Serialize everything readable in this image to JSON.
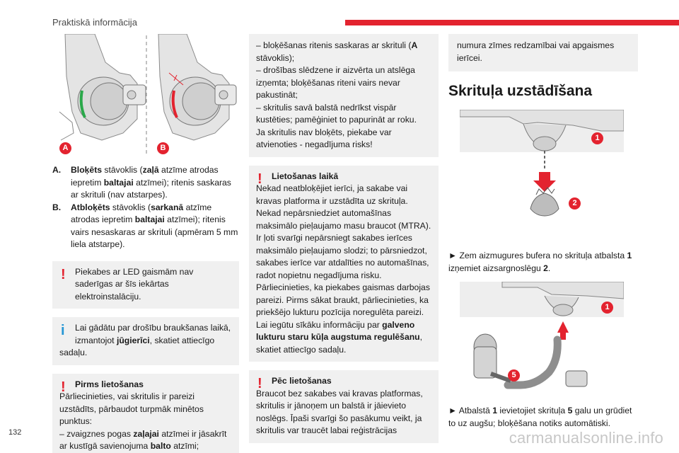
{
  "header": {
    "title": "Praktiskā informācija"
  },
  "page_number": "132",
  "watermark": "carmanualsonline.info",
  "figure_ab": {
    "label_a": "A",
    "label_b": "B"
  },
  "states": {
    "a": {
      "label": "A.",
      "bold1": "Bloķēts",
      "t1": " stāvoklis (",
      "bold2": "zaļā",
      "t2": " atzīme atrodas iepretim ",
      "bold3": "baltajai",
      "t3": " atzīmei); ritenis saskaras ar skrituli (nav atstarpes)."
    },
    "b": {
      "label": "B.",
      "bold1": "Atbloķēts",
      "t1": " stāvoklis (",
      "bold2": "sarkanā",
      "t2": " atzīme atrodas iepretim ",
      "bold3": "baltajai",
      "t3": " atzīmei); ritenis vairs nesaskaras ar skrituli (apmēram 5 mm liela atstarpe)."
    }
  },
  "note_led": {
    "line1": "Piekabes ar LED gaismām nav",
    "rest": "saderīgas ar šīs iekārtas elektroinstalāciju."
  },
  "note_safety": {
    "line1": "Lai gādātu par drošību braukšanas laikā,",
    "t1": "izmantojot ",
    "bold": "jūgierīci",
    "t2": ", skatiet attiecīgo sadaļu."
  },
  "note_before_use": {
    "title": "Pirms lietošanas",
    "line1": "Pārliecinieties, vai skritulis ir pareizi uzstādīts, pārbaudot turpmāk minētos punktus:",
    "line2a": "–  zvaigznes pogas ",
    "line2b": "zaļajai",
    "line2c": " atzīmei ir jāsakrīt ar kustīgā savienojuma ",
    "line2d": "balto",
    "line2e": " atzīmi;"
  },
  "cont_list": {
    "line1a": "–  bloķēšanas ritenis saskaras ar skrituli (",
    "line1b": "A",
    "line1c": " stāvoklis);",
    "line2": "–  drošības slēdzene ir aizvērta un atslēga izņemta; bloķēšanas riteni vairs nevar pakustināt;",
    "line3": "–  skritulis savā balstā nedrīkst vispār kustēties; pamēģiniet to papurināt ar roku.",
    "line4": "Ja skritulis nav bloķēts, piekabe var atvienoties - negadījuma risks!"
  },
  "note_usage_time": {
    "title": "Lietošanas laikā",
    "body": "Nekad neatbloķējiet ierīci, ja sakabe vai kravas platforma ir uzstādīta uz skrituļa. Nekad nepārsniedziet automašīnas maksimālo pieļaujamo masu braucot (MTRA). Ir ļoti svarīgi nepārsniegt sakabes ierīces maksimālo pieļaujamo slodzi; to pārsniedzot, sakabes ierīce var atdalīties no automašīnas, radot nopietnu negadījuma risku. Pārliecinieties, ka piekabes gaismas darbojas pareizi. Pirms sākat braukt, pārliecinieties, ka priekšējo lukturu pozīcija noregulēta pareizi. Lai iegūtu sīkāku informāciju par ",
    "bold": "galveno lukturu staru kūļa augstuma regulēšanu",
    "end": ", skatiet attiecīgo sadaļu."
  },
  "note_after_use": {
    "title": "Pēc lietošanas",
    "body": "Braucot bez sakabes vai kravas platformas, skritulis ir jānoņem un balstā ir jāievieto noslēgs. Īpaši svarīgi šo pasākumu veikt, ja skritulis var traucēt labai reģistrācijas"
  },
  "note_cont": {
    "body": "numura zīmes redzamībai vai apgaismes ierīcei."
  },
  "section": {
    "title": "Skrituļa uzstādīšana"
  },
  "fig1": {
    "b1": "1",
    "b2": "2"
  },
  "step1": {
    "a": "►  Zem aizmugures bufera no skrituļa atbalsta ",
    "b1": "1",
    "c": " izņemiet aizsargnoslēgu ",
    "b2": "2",
    "d": "."
  },
  "fig2": {
    "b1": "1",
    "b5": "5"
  },
  "step2": {
    "a": "►  Atbalstā ",
    "b1": "1",
    "c": " ievietojiet skrituļa ",
    "b2": "5",
    "d": " galu un grūdiet to uz augšu; bloķēšana notiks automātiski."
  },
  "colors": {
    "accent": "#e3232f",
    "info": "#2596d4",
    "note_bg": "#f0f0f0",
    "ok_mark": "#2aa84a"
  }
}
